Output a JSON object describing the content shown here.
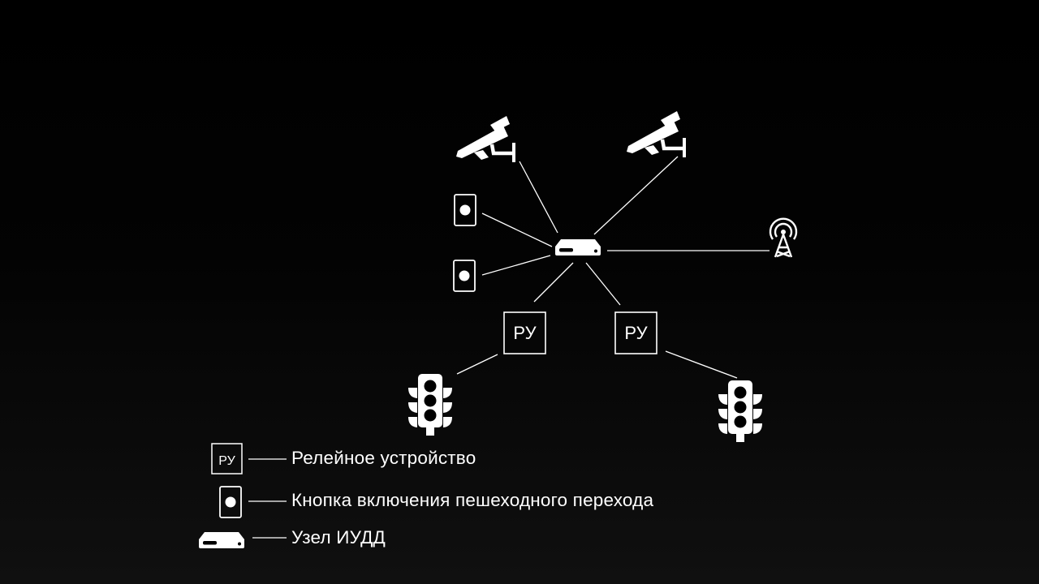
{
  "colors": {
    "background": "#000000",
    "foreground": "#ffffff"
  },
  "diagram": {
    "icons": [
      "cctv-camera-icon",
      "pedestrian-button-icon",
      "iudd-node-icon",
      "radio-tower-icon",
      "traffic-light-icon",
      "relay-device-icon"
    ],
    "relay_left_label": "РУ",
    "relay_right_label": "РУ"
  },
  "legend": {
    "relay_symbol": "РУ",
    "relay_text": "Релейное устройство",
    "button_text": "Кнопка включения пешеходного перехода",
    "node_text": "Узел ИУДД"
  }
}
